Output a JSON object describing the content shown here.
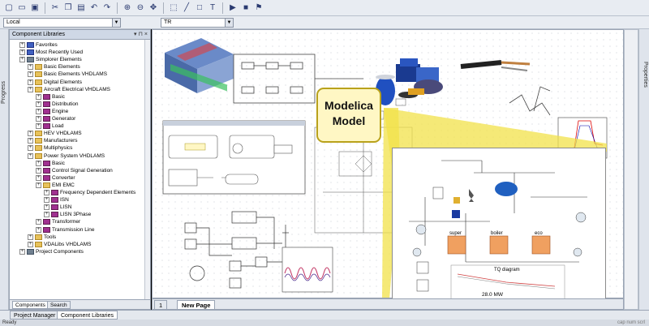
{
  "toolbar": {
    "buttons": [
      "new",
      "open",
      "save",
      "cut",
      "copy",
      "paste",
      "undo",
      "redo",
      "zoom-in",
      "zoom-out",
      "pan",
      "select",
      "line",
      "rect",
      "text",
      "run",
      "stop",
      "pin"
    ]
  },
  "combos": {
    "library_filter": "Local",
    "parameter": "TR"
  },
  "side_tabs": {
    "left": "Progress",
    "right": "Properties"
  },
  "library_panel": {
    "title": "Component Libraries",
    "controls": "▾ ⊓ ×",
    "items": [
      {
        "label": "Favorites",
        "indent": 0,
        "kind": "fav"
      },
      {
        "label": "Most Recently Used",
        "indent": 0,
        "kind": "fav"
      },
      {
        "label": "Simplorer Elements",
        "indent": 0,
        "kind": "lib"
      },
      {
        "label": "Basic Elements",
        "indent": 1,
        "kind": "folder"
      },
      {
        "label": "Basic Elements VHDLAMS",
        "indent": 1,
        "kind": "folder"
      },
      {
        "label": "Digital Elements",
        "indent": 1,
        "kind": "folder"
      },
      {
        "label": "Aircraft Electrical VHDLAMS",
        "indent": 1,
        "kind": "folder"
      },
      {
        "label": "Basic",
        "indent": 2,
        "kind": "comp"
      },
      {
        "label": "Distribution",
        "indent": 2,
        "kind": "comp"
      },
      {
        "label": "Engine",
        "indent": 2,
        "kind": "comp"
      },
      {
        "label": "Generator",
        "indent": 2,
        "kind": "comp"
      },
      {
        "label": "Load",
        "indent": 2,
        "kind": "comp"
      },
      {
        "label": "HEV VHDLAMS",
        "indent": 1,
        "kind": "folder"
      },
      {
        "label": "Manufacturers",
        "indent": 1,
        "kind": "folder"
      },
      {
        "label": "Multiphysics",
        "indent": 1,
        "kind": "folder"
      },
      {
        "label": "Power System VHDLAMS",
        "indent": 1,
        "kind": "folder"
      },
      {
        "label": "Basic",
        "indent": 2,
        "kind": "comp"
      },
      {
        "label": "Control Signal Generation",
        "indent": 2,
        "kind": "comp"
      },
      {
        "label": "Converter",
        "indent": 2,
        "kind": "comp"
      },
      {
        "label": "EMI EMC",
        "indent": 2,
        "kind": "folder"
      },
      {
        "label": "Frequency Dependent Elements",
        "indent": 3,
        "kind": "comp"
      },
      {
        "label": "ISN",
        "indent": 3,
        "kind": "comp"
      },
      {
        "label": "LISN",
        "indent": 3,
        "kind": "comp"
      },
      {
        "label": "LISN 3Phase",
        "indent": 3,
        "kind": "comp"
      },
      {
        "label": "Transformer",
        "indent": 2,
        "kind": "comp"
      },
      {
        "label": "Transmission Line",
        "indent": 2,
        "kind": "comp"
      },
      {
        "label": "Tools",
        "indent": 1,
        "kind": "folder"
      },
      {
        "label": "VDALibs VHDLAMS",
        "indent": 1,
        "kind": "folder"
      },
      {
        "label": "Project Components",
        "indent": 0,
        "kind": "lib"
      }
    ],
    "tabs": [
      "Components",
      "Search"
    ]
  },
  "callout": {
    "line1": "Modelica",
    "line2": "Model"
  },
  "zoom_view": {
    "chart_title": "TQ diagram",
    "chart_value": "28.0 MW",
    "blocks": [
      "super",
      "boiler",
      "eco"
    ]
  },
  "page_tabs": [
    "1",
    "New Page"
  ],
  "bottom_tabs": [
    "Project Manager",
    "Component Libraries"
  ],
  "status": {
    "text": "Ready",
    "right": "cap num scrl"
  },
  "colors": {
    "accent": "#f2e24a",
    "callout_border": "#b9a21b",
    "orange_block": "#f0a060",
    "tank_blue": "#2060c0"
  }
}
